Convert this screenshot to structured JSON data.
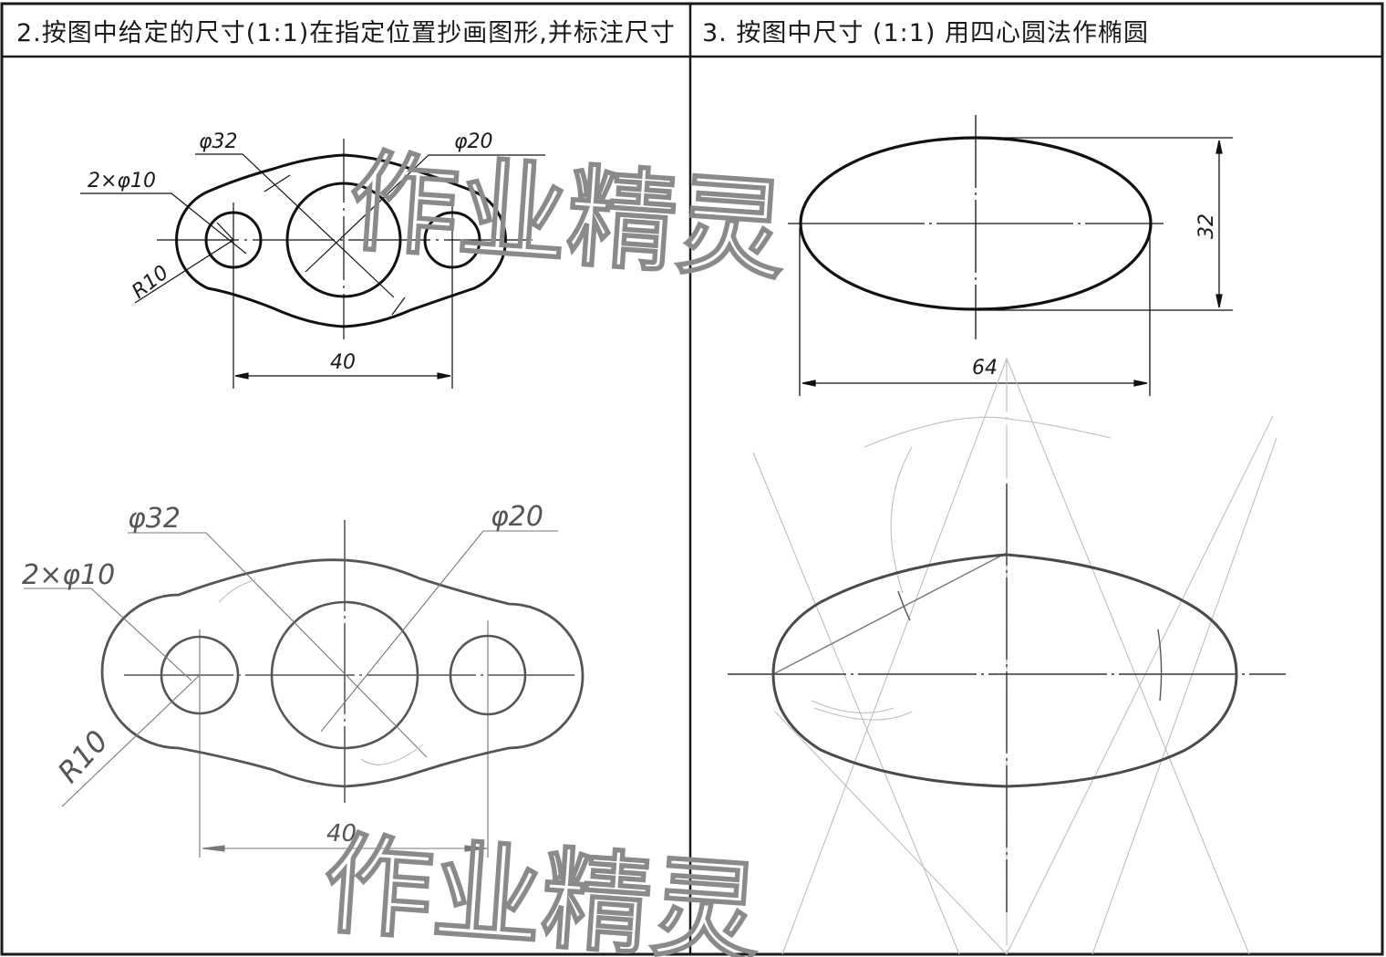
{
  "worksheet": {
    "problem_2": {
      "title": "2.按图中给定的尺寸(1:1)在指定位置抄画图形,并标注尺寸",
      "reference_drawing": {
        "dims": {
          "big_hole": "φ32",
          "right_hole": "φ20",
          "small_holes": "2×φ10",
          "radius": "R10",
          "center_distance": "40"
        }
      },
      "student_copy": {
        "dims": {
          "big_hole": "φ32",
          "right_hole": "φ20",
          "small_holes": "2×φ10",
          "radius": "R10",
          "center_distance": "40"
        }
      }
    },
    "problem_3": {
      "title": "3. 按图中尺寸 (1:1) 用四心圆法作椭圆",
      "reference_drawing": {
        "dims": {
          "major_axis": "64",
          "minor_axis": "32"
        }
      },
      "student_construction": {
        "method": "四心圆法"
      }
    },
    "watermark": {
      "text": "作业精灵"
    },
    "colors": {
      "ink": "#111111",
      "pencil": "#6e6e6e",
      "construction": "#b8b8b8",
      "watermark_outline": "#8a8a8a"
    }
  }
}
